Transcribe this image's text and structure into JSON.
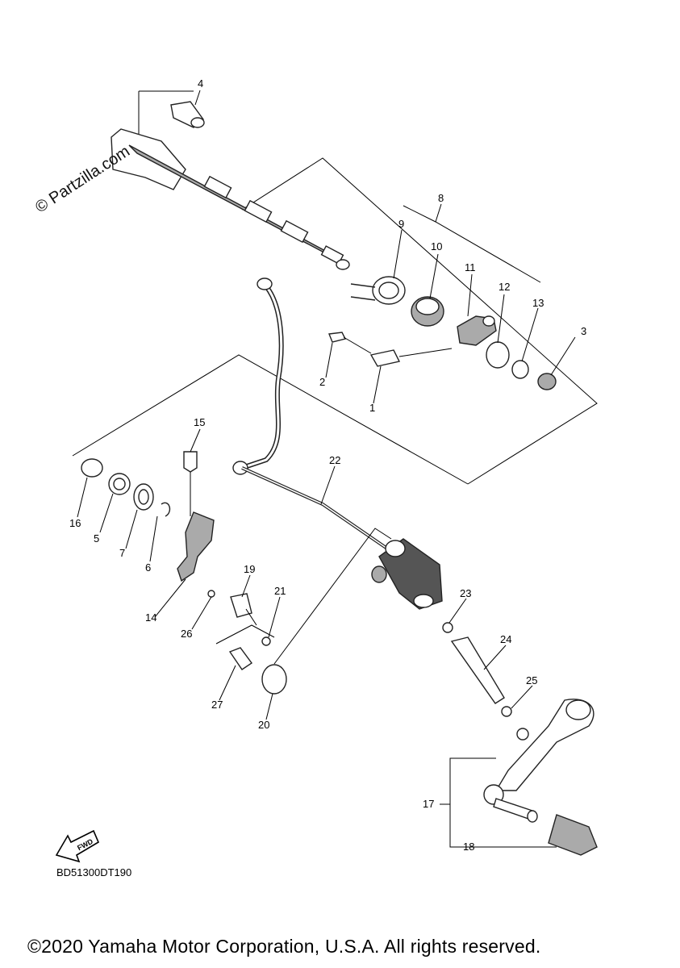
{
  "watermark": "© Partzilla.com",
  "diagram_code": "BD51300DT190",
  "fwd_label": "FWD",
  "copyright": "©2020 Yamaha Motor Corporation, U.S.A. All rights reserved.",
  "callouts": {
    "n1": "1",
    "n2": "2",
    "n3": "3",
    "n4": "4",
    "n5": "5",
    "n6": "6",
    "n7": "7",
    "n8": "8",
    "n9": "9",
    "n10": "10",
    "n11": "11",
    "n12": "12",
    "n13": "13",
    "n14": "14",
    "n15": "15",
    "n16": "16",
    "n17": "17",
    "n18": "18",
    "n19": "19",
    "n20": "20",
    "n21": "21",
    "n22": "22",
    "n23": "23",
    "n24": "24",
    "n25": "25",
    "n26": "26",
    "n27": "27"
  }
}
